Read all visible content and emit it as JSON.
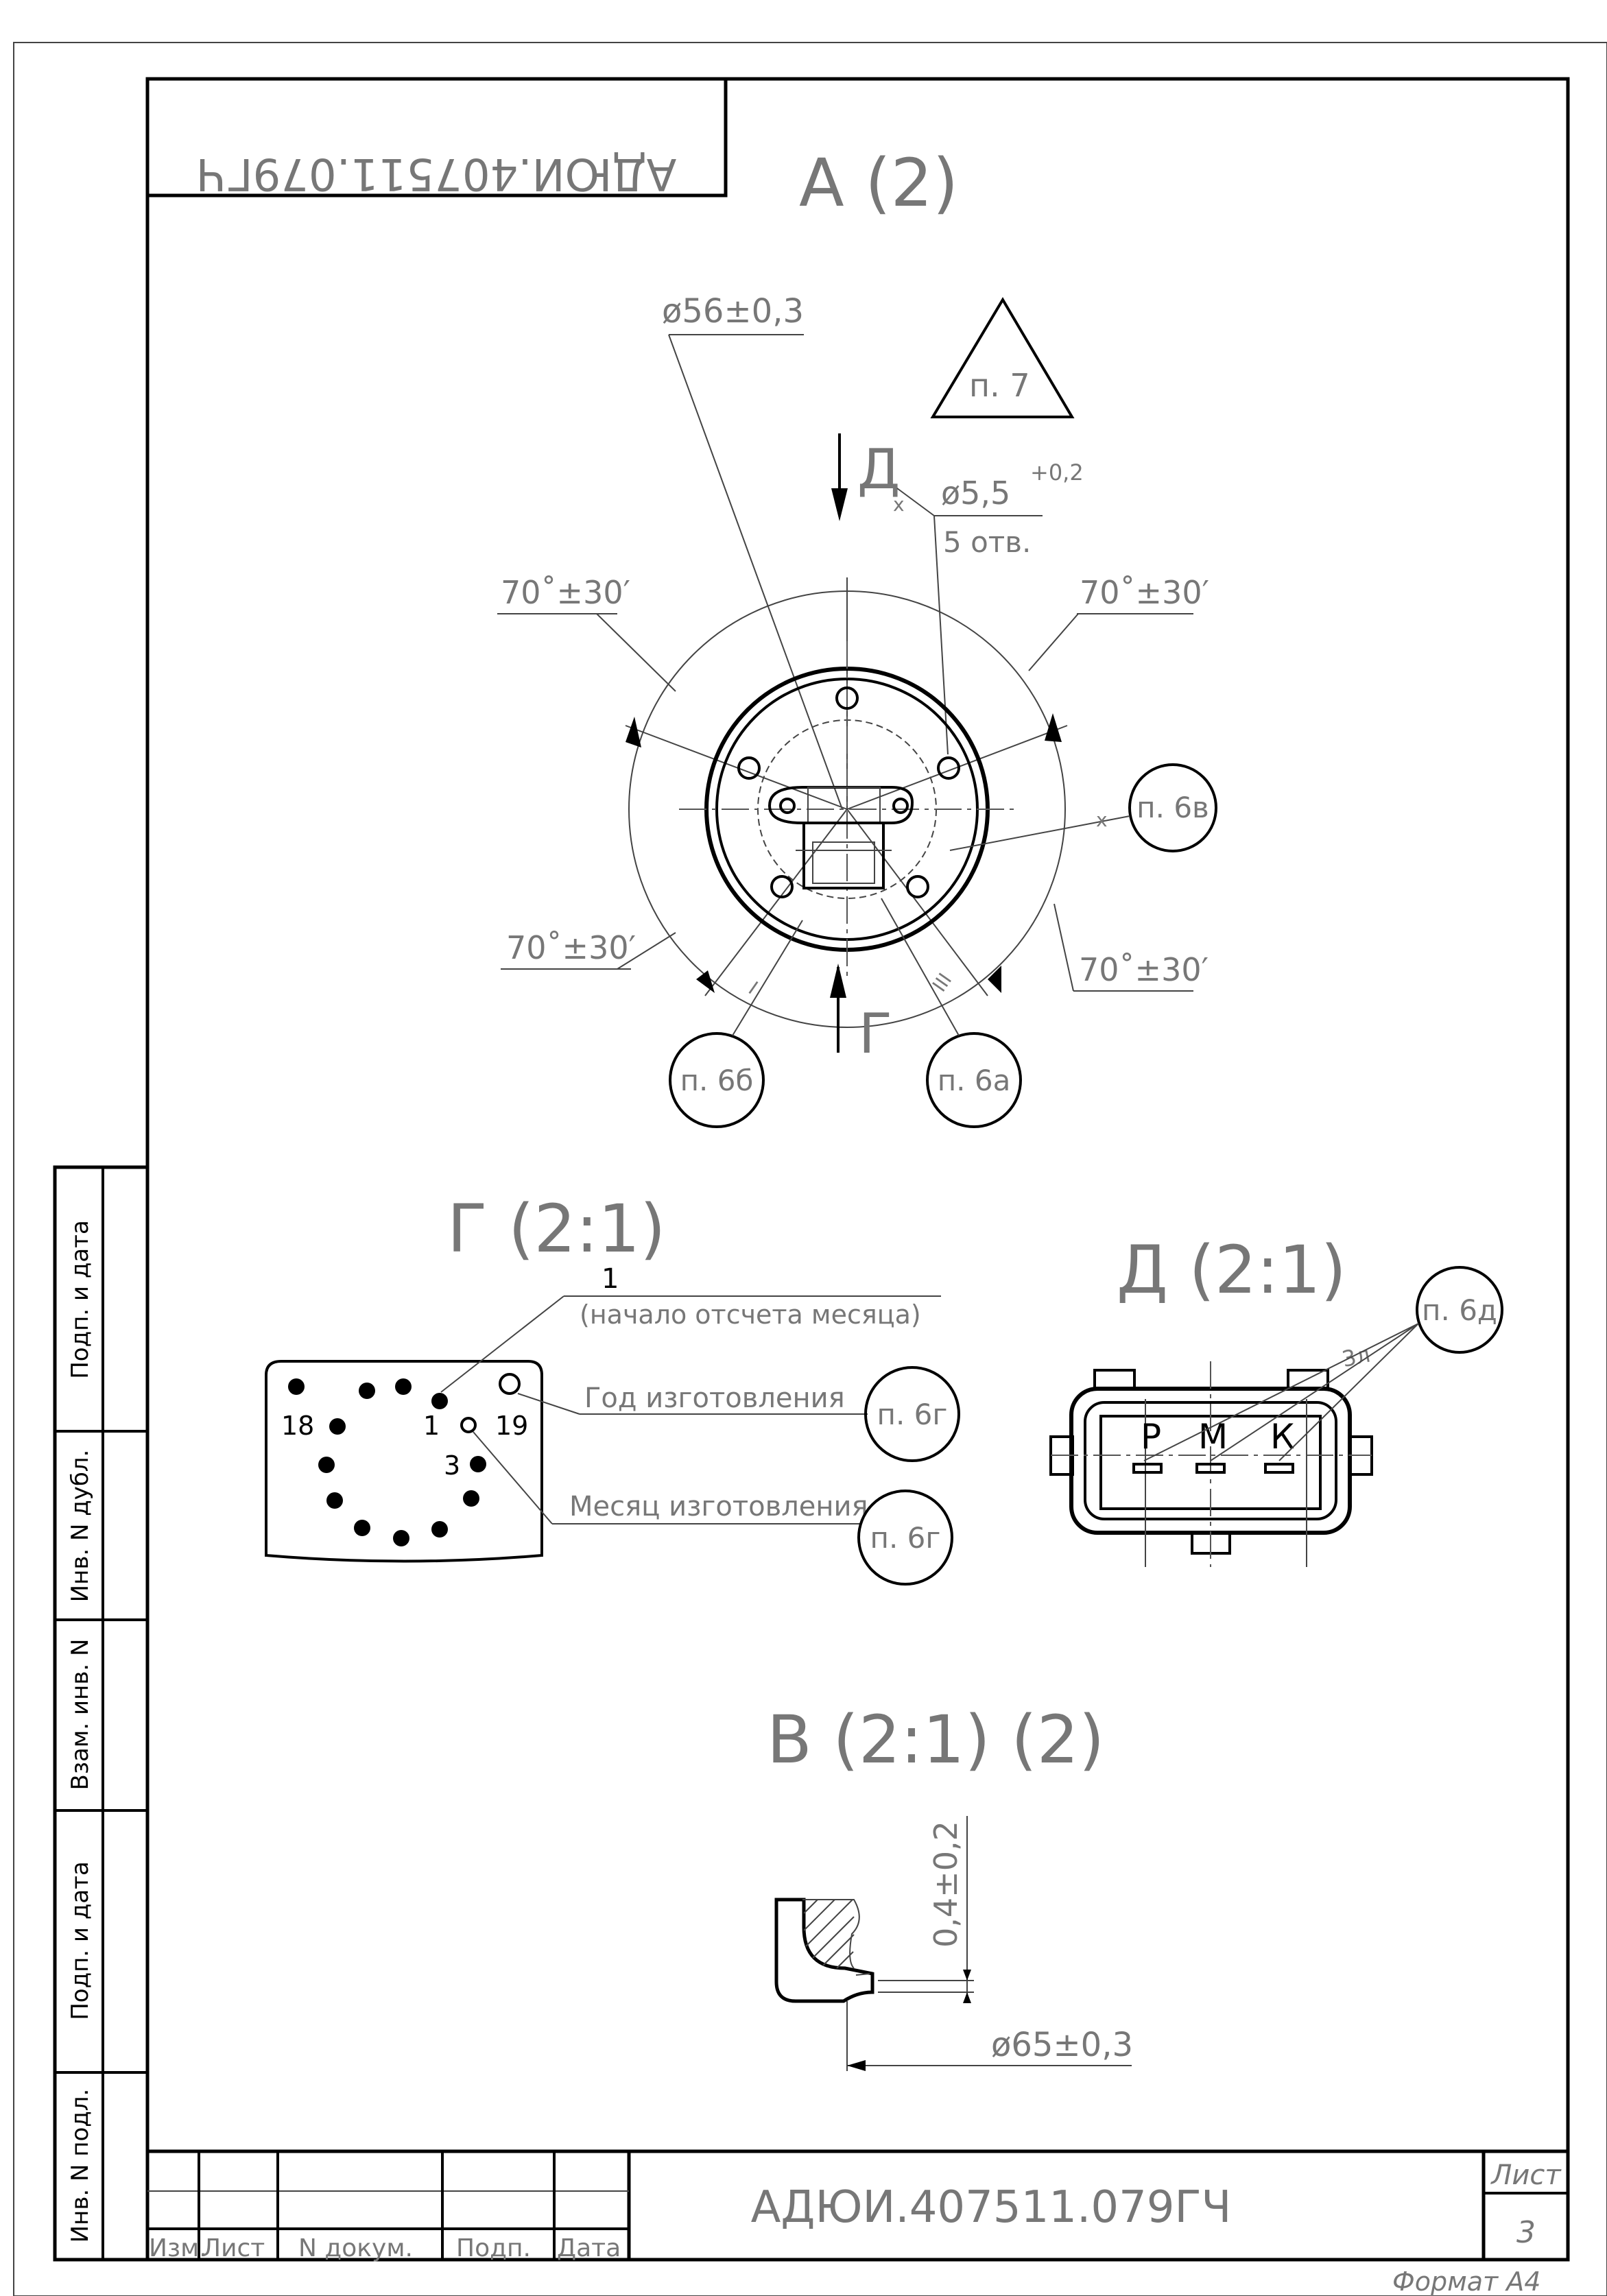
{
  "document": {
    "code_mirrored": "АДЮИ.407511.079ГЧ",
    "code": "АДЮИ.407511.079ГЧ",
    "format": "Формат А4"
  },
  "view_a": {
    "title": "А (2)",
    "diameter": "ø56±0,3",
    "hole_dia": "ø5,5",
    "hole_tol": "+0,2",
    "hole_count": "5 отв.",
    "arrow_top": "Д",
    "arrow_bottom": "Г",
    "angle_tl": "70˚±30′",
    "angle_tr": "70˚±30′",
    "angle_bl": "70˚±30′",
    "angle_br": "70˚±30′",
    "note_7": "п. 7",
    "note_6v": "п. 6в",
    "note_6b": "п. 6б",
    "note_6a": "п. 6а",
    "mark_x": "х",
    "mark_i": "I",
    "mark_iii": "III"
  },
  "view_g": {
    "title": "Г (2:1)",
    "leader_1": "1",
    "leader_1_note": "(начало отсчета месяца)",
    "year_label": "Год изготовления",
    "month_label": "Месяц изготовления",
    "note_6g_1": "п. 6г",
    "note_6g_2": "п. 6г",
    "num_18": "18",
    "num_1": "1",
    "num_19": "19",
    "num_3": "3"
  },
  "view_d": {
    "title": "Д (2:1)",
    "pin_p": "Р",
    "pin_m": "М",
    "pin_k": "К",
    "count": "3л",
    "note_6d": "п. 6д"
  },
  "view_v": {
    "title": "В (2:1) (2)",
    "thickness": "0,4±0,2",
    "diameter": "ø65±0,3"
  },
  "side_strip": {
    "f1": "Подп. и дата",
    "f2": "Инв. N дубл.",
    "f3": "Взам. инв. N",
    "f4": "Подп. и дата",
    "f5": "Инв. N подл."
  },
  "title_block": {
    "izm": "Изм.",
    "list": "Лист",
    "ndoc": "N докум.",
    "podp": "Подп.",
    "data": "Дата",
    "sheet_label": "Лист",
    "sheet_num": "3"
  }
}
